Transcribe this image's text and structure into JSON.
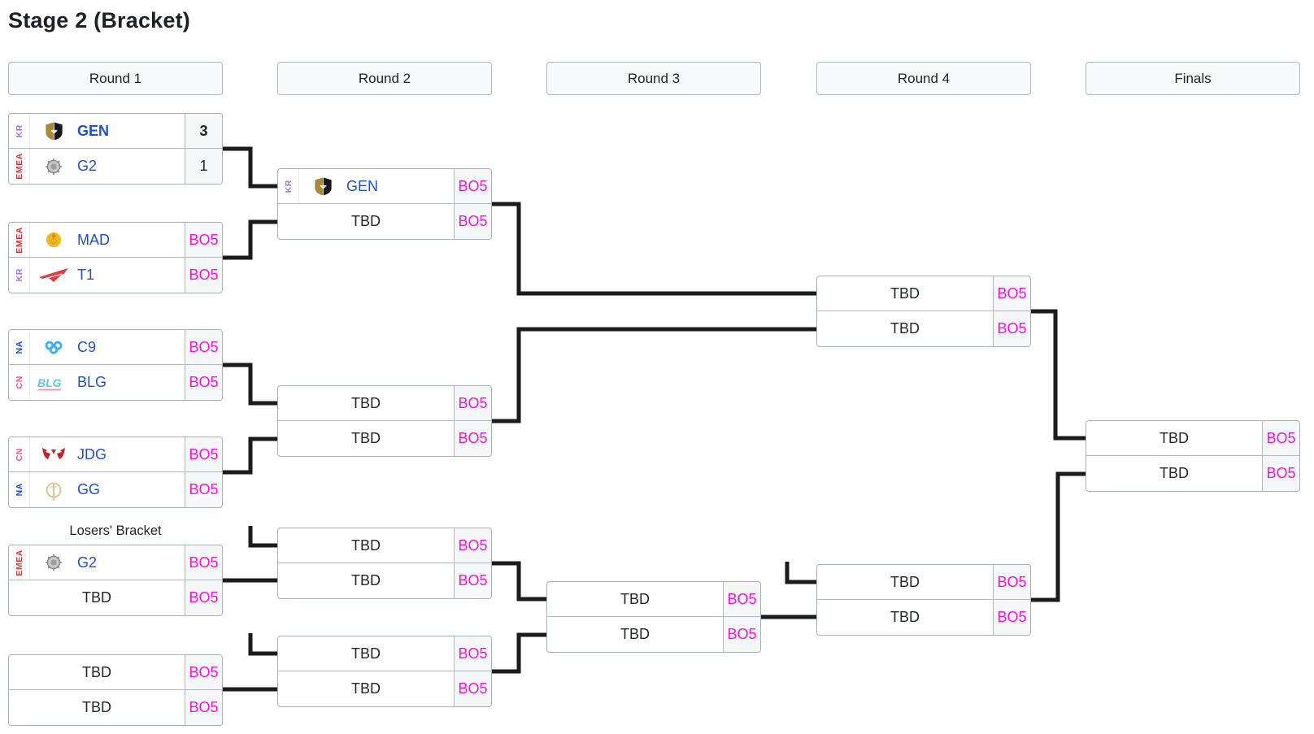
{
  "title": "Stage 2 (Bracket)",
  "rounds": [
    "Round 1",
    "Round 2",
    "Round 3",
    "Round 4",
    "Finals"
  ],
  "losers_label": "Losers' Bracket",
  "colors": {
    "team_link": "#2150c8",
    "bo5": "#f711dc",
    "connector": "#1b1b1b",
    "regions": {
      "KR": "#9f72d9",
      "EMEA": "#e62e2e",
      "NA": "#1a44cc",
      "CN": "#f7518a"
    }
  },
  "matches": [
    {
      "id": "r1m1",
      "teams": [
        {
          "region": "KR",
          "logo": "gen",
          "name": "GEN",
          "winner": true,
          "score": "3"
        },
        {
          "region": "EMEA",
          "logo": "g2",
          "name": "G2",
          "score": "1"
        }
      ]
    },
    {
      "id": "r1m2",
      "teams": [
        {
          "region": "EMEA",
          "logo": "mad",
          "name": "MAD",
          "score": "BO5"
        },
        {
          "region": "KR",
          "logo": "t1",
          "name": "T1",
          "score": "BO5"
        }
      ]
    },
    {
      "id": "r1m3",
      "teams": [
        {
          "region": "NA",
          "logo": "c9",
          "name": "C9",
          "score": "BO5"
        },
        {
          "region": "CN",
          "logo": "blg",
          "name": "BLG",
          "score": "BO5"
        }
      ]
    },
    {
      "id": "r1m4",
      "teams": [
        {
          "region": "CN",
          "logo": "jdg",
          "name": "JDG",
          "score": "BO5"
        },
        {
          "region": "NA",
          "logo": "gg",
          "name": "GG",
          "score": "BO5"
        }
      ]
    },
    {
      "id": "r1m5",
      "teams": [
        {
          "region": "EMEA",
          "logo": "g2",
          "name": "G2",
          "score": "BO5"
        },
        {
          "name": "TBD",
          "score": "BO5"
        }
      ]
    },
    {
      "id": "r1m6",
      "teams": [
        {
          "name": "TBD",
          "score": "BO5"
        },
        {
          "name": "TBD",
          "score": "BO5"
        }
      ]
    },
    {
      "id": "r2m1",
      "teams": [
        {
          "region": "KR",
          "logo": "gen",
          "name": "GEN",
          "score": "BO5"
        },
        {
          "name": "TBD",
          "score": "BO5"
        }
      ]
    },
    {
      "id": "r2m2",
      "teams": [
        {
          "name": "TBD",
          "score": "BO5"
        },
        {
          "name": "TBD",
          "score": "BO5"
        }
      ]
    },
    {
      "id": "r2m3",
      "teams": [
        {
          "name": "TBD",
          "score": "BO5"
        },
        {
          "name": "TBD",
          "score": "BO5"
        }
      ]
    },
    {
      "id": "r2m4",
      "teams": [
        {
          "name": "TBD",
          "score": "BO5"
        },
        {
          "name": "TBD",
          "score": "BO5"
        }
      ]
    },
    {
      "id": "r3m1",
      "teams": [
        {
          "name": "TBD",
          "score": "BO5"
        },
        {
          "name": "TBD",
          "score": "BO5"
        }
      ]
    },
    {
      "id": "r4m1",
      "teams": [
        {
          "name": "TBD",
          "score": "BO5"
        },
        {
          "name": "TBD",
          "score": "BO5"
        }
      ]
    },
    {
      "id": "r4m2",
      "teams": [
        {
          "name": "TBD",
          "score": "BO5"
        },
        {
          "name": "TBD",
          "score": "BO5"
        }
      ]
    },
    {
      "id": "f1",
      "teams": [
        {
          "name": "TBD",
          "score": "BO5"
        },
        {
          "name": "TBD",
          "score": "BO5"
        }
      ]
    }
  ]
}
